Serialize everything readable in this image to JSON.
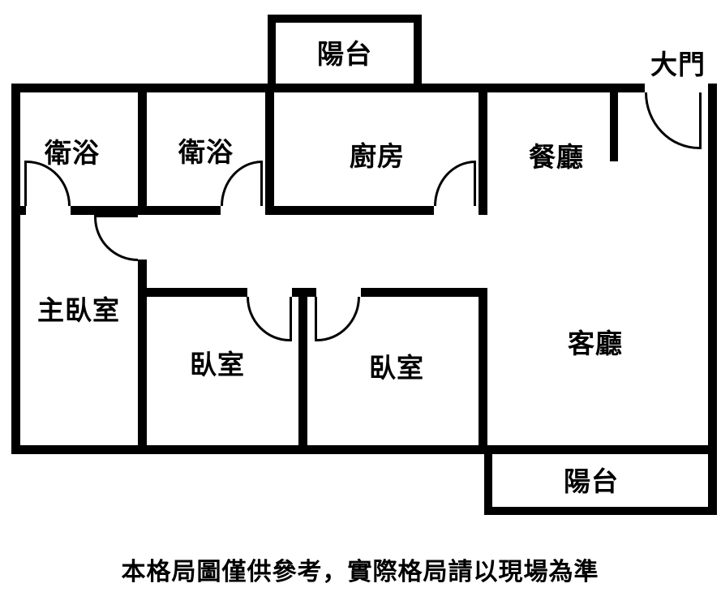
{
  "colors": {
    "wall": "#000000",
    "background": "#ffffff",
    "text": "#000000"
  },
  "floorplan": {
    "rooms": {
      "balcony_top": "陽台",
      "entry_door": "大門",
      "bathroom_1": "衛浴",
      "bathroom_2": "衛浴",
      "kitchen": "廚房",
      "dining_room": "餐廳",
      "master_bedroom": "主臥室",
      "bedroom_1": "臥室",
      "bedroom_2": "臥室",
      "living_room": "客廳",
      "balcony_bottom": "陽台"
    },
    "caption": "本格局圖僅供參考，實際格局請以現場為準"
  }
}
